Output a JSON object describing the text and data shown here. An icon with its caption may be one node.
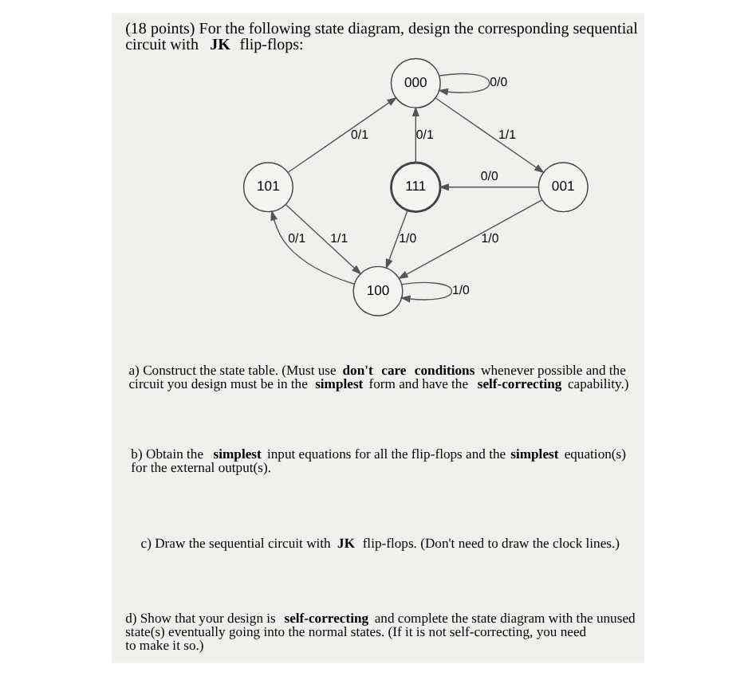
{
  "diagram": {
    "title": "(18 points) For the following state diagram, design the corresponding sequential circuit with **JK** flip-flops:",
    "nodes": [
      {
        "text": [
          "000"
        ]
      },
      {
        "text": [
          "101"
        ]
      },
      {
        "text": [
          "111"
        ]
      },
      {
        "text": [
          "001"
        ]
      },
      {
        "text": [
          "100"
        ]
      }
    ],
    "edges": [
      {
        "from": 0,
        "to": 0,
        "arrow": "to",
        "label": "0/0"
      },
      {
        "from": 0,
        "to": 3,
        "arrow": "to",
        "label": "1/1"
      },
      {
        "from": 1,
        "to": 0,
        "arrow": "to",
        "label": "0/1"
      },
      {
        "from": 2,
        "to": 0,
        "arrow": "to",
        "label": "0/1"
      },
      {
        "from": 3,
        "to": 2,
        "arrow": "to",
        "label": "0/0"
      },
      {
        "from": 1,
        "to": 4,
        "arrow": "to",
        "label": "1/1"
      },
      {
        "from": 2,
        "to": 4,
        "arrow": "to",
        "label": "1/0"
      },
      {
        "from": 3,
        "to": 4,
        "arrow": "to",
        "label": "1/0"
      },
      {
        "from": 4,
        "to": 1,
        "arrow": "to",
        "label": "0/1"
      },
      {
        "from": 4,
        "to": 4,
        "arrow": "to",
        "label": "1/0"
      }
    ],
    "labels": [
      "a) Construct the state table. (Must use **don't care conditions** whenever possible and the circuit you design must be in the **simplest** form and have the **self-correcting** capability.)",
      "b) Obtain the **simplest** input equations for all the flip-flops and the **simplest** equation(s) for the external output(s).",
      "c) Draw the sequential circuit with **JK** flip-flops. (Don't need to draw the clock lines.)",
      "d) Show that your design is **self-correcting** and complete the state diagram with the unused state(s) eventually going into the normal states. (If it is not self-correcting, you need to make it so.)"
    ]
  }
}
